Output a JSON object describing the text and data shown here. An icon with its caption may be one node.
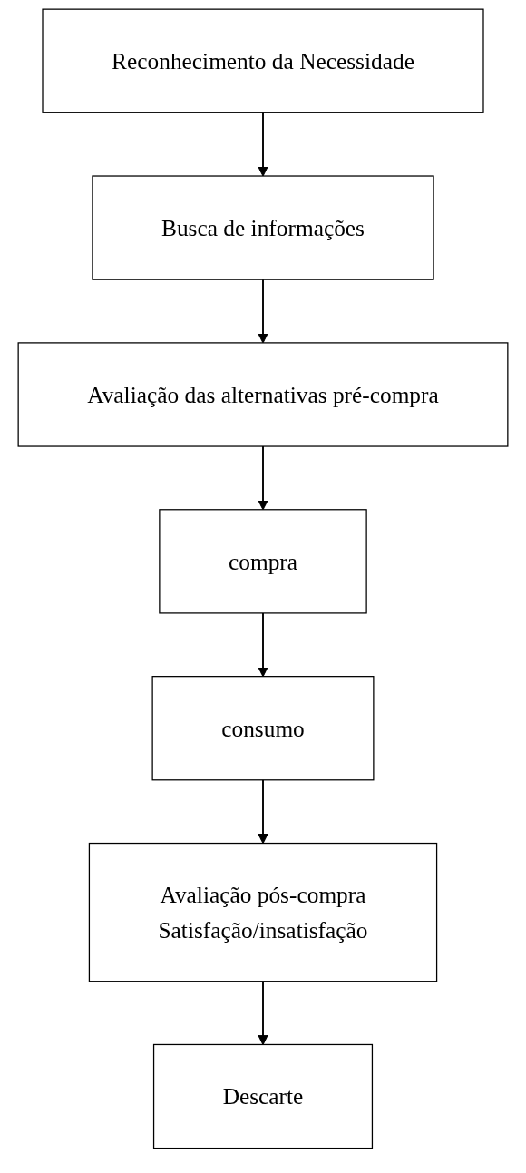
{
  "diagram": {
    "nodes": [
      {
        "text": [
          "Reconhecimento da Necessidade"
        ]
      },
      {
        "text": [
          "Busca de informações"
        ]
      },
      {
        "text": [
          "Avaliação das alternativas pré-compra"
        ]
      },
      {
        "text": [
          "compra"
        ]
      },
      {
        "text": [
          "consumo"
        ]
      },
      {
        "text": [
          "Avaliação pós-compra",
          "Satisfação/insatisfação"
        ]
      },
      {
        "text": [
          "Descarte"
        ]
      }
    ],
    "edges": [
      {
        "from": 0,
        "to": 1,
        "arrow": "to"
      },
      {
        "from": 1,
        "to": 2,
        "arrow": "to"
      },
      {
        "from": 2,
        "to": 3,
        "arrow": "to"
      },
      {
        "from": 3,
        "to": 4,
        "arrow": "to"
      },
      {
        "from": 4,
        "to": 5,
        "arrow": "to"
      },
      {
        "from": 5,
        "to": 6,
        "arrow": "to"
      }
    ]
  }
}
